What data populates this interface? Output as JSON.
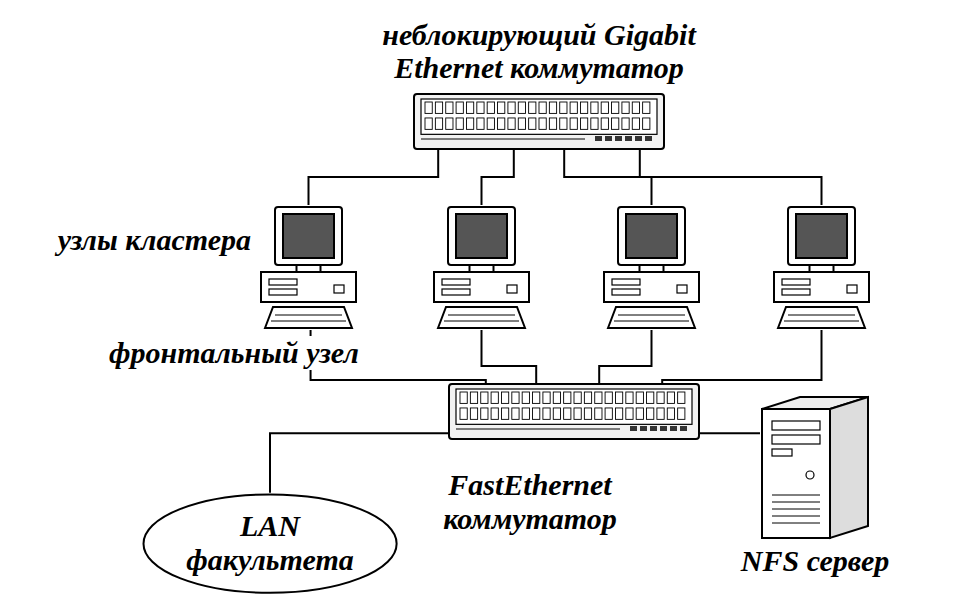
{
  "diagram": {
    "nodes": [
      {
        "text": [
          "неблокирующий Gigabit Ethernet коммутатор"
        ]
      },
      {
        "text": [
          "узлы кластера",
          "фронтальный узел"
        ]
      },
      {
        "text": []
      },
      {
        "text": []
      },
      {
        "text": []
      },
      {
        "text": [
          "FastEthernet коммутатор"
        ]
      },
      {
        "text": [
          "LAN факультета"
        ]
      },
      {
        "text": [
          "NFS сервер"
        ]
      }
    ],
    "edges": [
      {
        "from": 0,
        "to": 1,
        "arrow": "none"
      },
      {
        "from": 0,
        "to": 2,
        "arrow": "none"
      },
      {
        "from": 0,
        "to": 3,
        "arrow": "none"
      },
      {
        "from": 0,
        "to": 4,
        "arrow": "none"
      },
      {
        "from": 1,
        "to": 5,
        "arrow": "none"
      },
      {
        "from": 2,
        "to": 5,
        "arrow": "none"
      },
      {
        "from": 3,
        "to": 5,
        "arrow": "none"
      },
      {
        "from": 4,
        "to": 5,
        "arrow": "none"
      },
      {
        "from": 5,
        "to": 6,
        "arrow": "none"
      },
      {
        "from": 5,
        "to": 7,
        "arrow": "none"
      }
    ]
  }
}
